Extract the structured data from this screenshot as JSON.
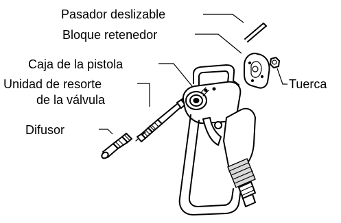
{
  "labels": {
    "sliding_pin": "Pasador deslizable",
    "retainer_block": "Bloque retenedor",
    "gun_housing": "Caja de la pistola",
    "valve_spring_unit_line1": "Unidad de resorte",
    "valve_spring_unit_line2": "de la válvula",
    "diffuser": "Difusor",
    "nut": "Tuerca"
  }
}
